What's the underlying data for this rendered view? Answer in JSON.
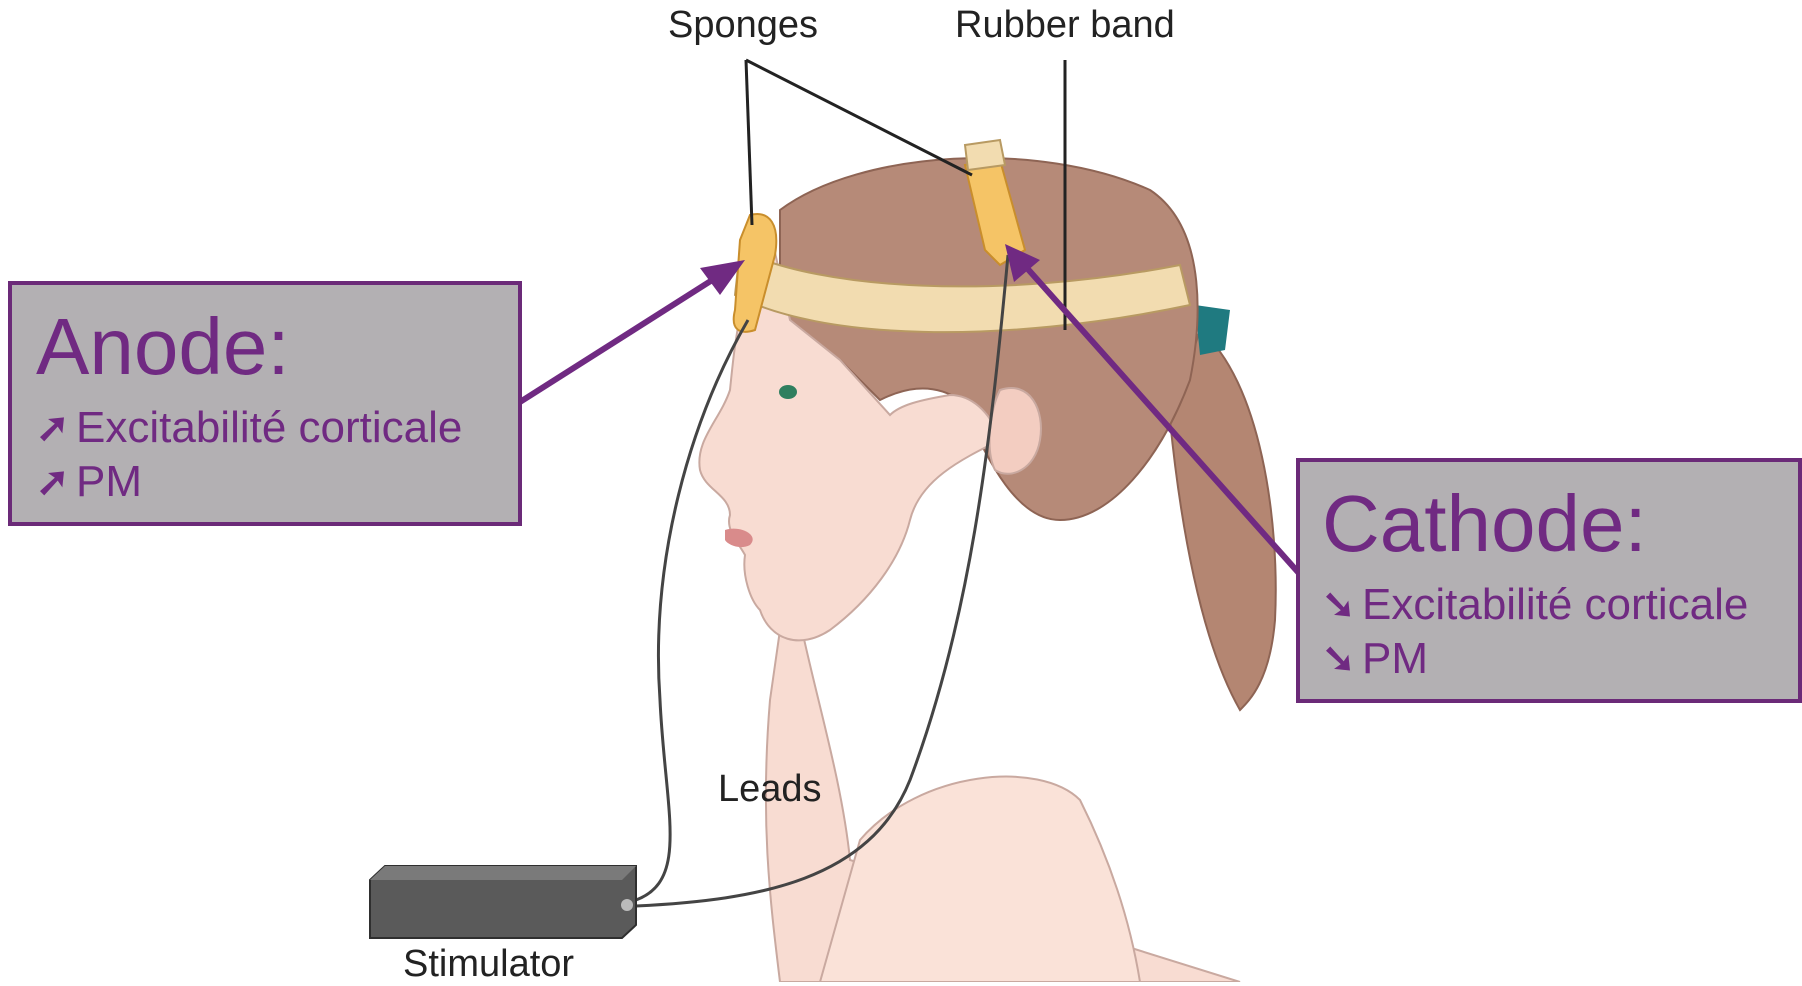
{
  "labels": {
    "sponges": "Sponges",
    "rubber_band": "Rubber band",
    "leads": "Leads",
    "stimulator": "Stimulator"
  },
  "anode": {
    "title": "Anode:",
    "line1_arrow": "➚",
    "line1_text": "Excitabilité corticale",
    "line2_arrow": "➚",
    "line2_text": "PM"
  },
  "cathode": {
    "title": "Cathode:",
    "line1_arrow": "➘",
    "line1_text": "Excitabilité corticale",
    "line2_arrow": "➘",
    "line2_text": "PM"
  },
  "colors": {
    "accent": "#702a82",
    "callout_bg": "#b3b0b3",
    "hair": "#b58a78",
    "skin": "#f8d9cf",
    "band": "#f2dcb0",
    "sponge": "#f5c466",
    "stimulator": "#555555"
  }
}
